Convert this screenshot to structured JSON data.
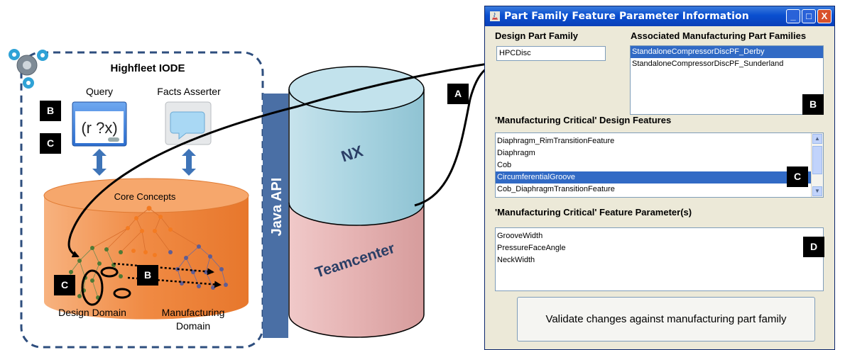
{
  "diagram": {
    "iode_title": "Highfleet IODE",
    "query_label": "Query",
    "query_icon_text": "(r ?x)",
    "facts_asserter_label": "Facts Asserter",
    "core_concepts_label": "Core Concepts",
    "design_domain_label": "Design Domain",
    "manufacturing_domain_line1": "Manufacturing",
    "manufacturing_domain_line2": "Domain",
    "java_api_label": "Java API",
    "nx_label": "NX",
    "teamcenter_label": "Teamcenter",
    "tags": {
      "a": "A",
      "b": "B",
      "c": "C",
      "d": "D"
    },
    "colors": {
      "orange": "#f08a43",
      "nx_blue": "#a9d4e1",
      "teamcenter_pink": "#e5b2b2",
      "java_api_blue": "#4a6fa5",
      "dashed_border": "#2e4e7e",
      "arrow_blue": "#4a78b8"
    }
  },
  "window": {
    "title": "Part Family Feature Parameter Information",
    "design_part_family_label": "Design Part Family",
    "design_part_family_value": "HPCDisc",
    "associated_label": "Associated Manufacturing Part Families",
    "associated_items": [
      {
        "label": "StandaloneCompressorDiscPF_Derby",
        "selected": true
      },
      {
        "label": "StandaloneCompressorDiscPF_Sunderland",
        "selected": false
      }
    ],
    "design_features_label": "'Manufacturing Critical' Design Features",
    "design_features": [
      {
        "label": "Diaphragm_RimTransitionFeature",
        "selected": false
      },
      {
        "label": "Diaphragm",
        "selected": false
      },
      {
        "label": "Cob",
        "selected": false
      },
      {
        "label": "CircumferentialGroove",
        "selected": true
      },
      {
        "label": "Cob_DiaphragmTransitionFeature",
        "selected": false
      }
    ],
    "feature_params_label": "'Manufacturing Critical' Feature Parameter(s)",
    "feature_params": [
      "GrooveWidth",
      "PressureFaceAngle",
      "NeckWidth"
    ],
    "validate_button": "Validate changes against manufacturing part family",
    "controls": {
      "minimize": "_",
      "maximize": "□",
      "close": "X"
    }
  }
}
